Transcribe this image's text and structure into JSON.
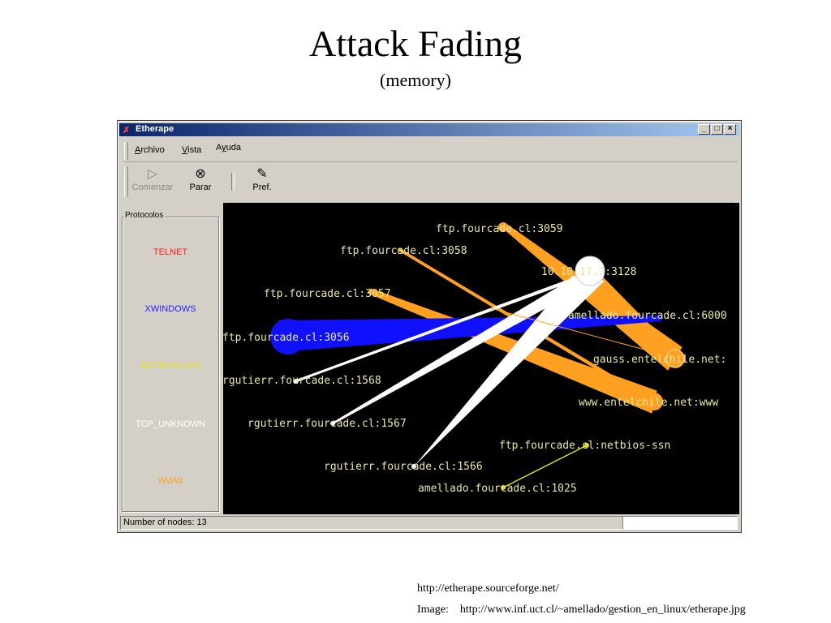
{
  "slide": {
    "title": "Attack Fading",
    "subtitle": "(memory)",
    "footer_url": "http://etherape.sourceforge.net/",
    "footer_image_label": "Image:",
    "footer_image_url": "http://www.inf.uct.cl/~amellado/gestion_en_linux/etherape.jpg"
  },
  "window": {
    "title": "Etherape",
    "buttons": {
      "minimize": "_",
      "maximize": "□",
      "close": "×"
    }
  },
  "menu": {
    "archivo": {
      "u": "A",
      "rest": "rchivo"
    },
    "vista": {
      "u": "V",
      "rest": "ista"
    },
    "ayuda": {
      "pre": "A",
      "u": "y",
      "rest": "uda"
    }
  },
  "toolbar": {
    "start_label": "Comenzar",
    "stop_label": "Parar",
    "prefs_label": "Pref."
  },
  "protocols": {
    "legend": "Protocolos",
    "items": [
      {
        "name": "TELNET",
        "color": "#ff2020"
      },
      {
        "name": "XWINDOWS",
        "color": "#2020ff"
      },
      {
        "name": "NETBIOS-SSN",
        "color": "#e0e020"
      },
      {
        "name": "TCP_UNKNOWN",
        "color": "#ffffff"
      },
      {
        "name": "WWW",
        "color": "#ffa020"
      }
    ]
  },
  "nodes": {
    "n3059": "ftp.fourcade.cl:3059",
    "n3058": "ftp.fourcade.cl:3058",
    "n3128": "10.10.17.7:3128",
    "n3057": "ftp.fourcade.cl:3057",
    "n6000": "amellado.fourcade.cl:6000",
    "n3056": "ftp.fourcade.cl:3056",
    "ngauss": "gauss.entelchile.net:",
    "n1568": "rgutierr.fourcade.cl:1568",
    "nwww": "www.entelchile.net:www",
    "n1567": "rgutierr.fourcade.cl:1567",
    "nnetbios": "ftp.fourcade.cl:netbios-ssn",
    "n1566": "rgutierr.fourcade.cl:1566",
    "n1025": "amellado.fourcade.cl:1025"
  },
  "colors": {
    "www": "#ffa020",
    "xwindows": "#1010ff",
    "tcp_unknown": "#ffffff",
    "netbios": "#e0e020",
    "label": "#e8e8a0"
  },
  "status": {
    "nodes_text": "Number of nodes: 13"
  }
}
